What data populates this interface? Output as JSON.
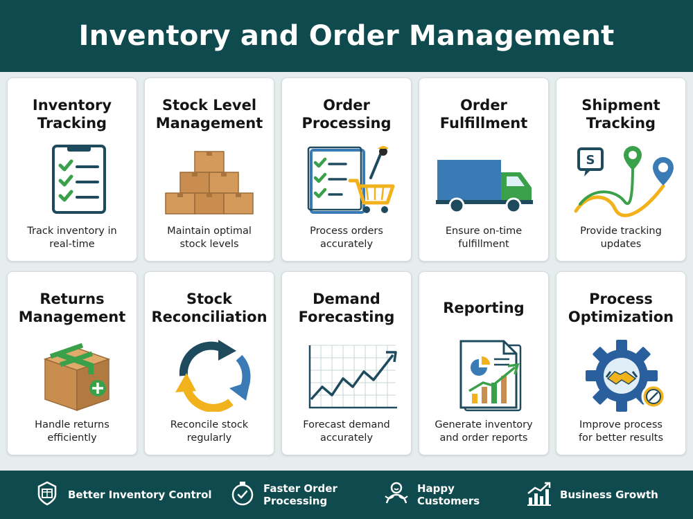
{
  "header": {
    "title": "Inventory and Order Management"
  },
  "cards": [
    {
      "title": "Inventory\nTracking",
      "desc": "Track inventory in\nreal-time",
      "icon": "clipboard-checklist-icon"
    },
    {
      "title": "Stock Level\nManagement",
      "desc": "Maintain optimal\nstock levels",
      "icon": "stacked-boxes-icon"
    },
    {
      "title": "Order\nProcessing",
      "desc": "Process orders\naccurately",
      "icon": "order-cart-icon"
    },
    {
      "title": "Order\nFulfillment",
      "desc": "Ensure on-time\nfulfillment",
      "icon": "delivery-truck-icon"
    },
    {
      "title": "Shipment\nTracking",
      "desc": "Provide tracking\nupdates",
      "icon": "route-map-pin-icon"
    },
    {
      "title": "Returns\nManagement",
      "desc": "Handle returns\nefficiently",
      "icon": "return-box-icon"
    },
    {
      "title": "Stock\nReconciliation",
      "desc": "Reconcile stock\nregularly",
      "icon": "cycle-arrows-icon"
    },
    {
      "title": "Demand\nForecasting",
      "desc": "Forecast demand\naccurately",
      "icon": "trend-chart-icon"
    },
    {
      "title": "Reporting",
      "desc": "Generate inventory\nand order reports",
      "icon": "report-document-icon"
    },
    {
      "title": "Process\nOptimization",
      "desc": "Improve process\nfor better results",
      "icon": "gear-handshake-icon"
    }
  ],
  "benefits": [
    {
      "label": "Better Inventory Control",
      "icon": "inventory-control-icon"
    },
    {
      "label": "Faster Order\nProcessing",
      "icon": "stopwatch-icon"
    },
    {
      "label": "Happy\nCustomers",
      "icon": "happy-customer-icon"
    },
    {
      "label": "Business Growth",
      "icon": "growth-chart-icon"
    }
  ],
  "colors": {
    "header_bg": "#0f4a4e",
    "page_bg": "#e6edee",
    "navy": "#1e4a5e",
    "green": "#3aa04a",
    "blue": "#3b7bb5",
    "gold": "#f2b21c",
    "brown": "#c98e4f"
  }
}
